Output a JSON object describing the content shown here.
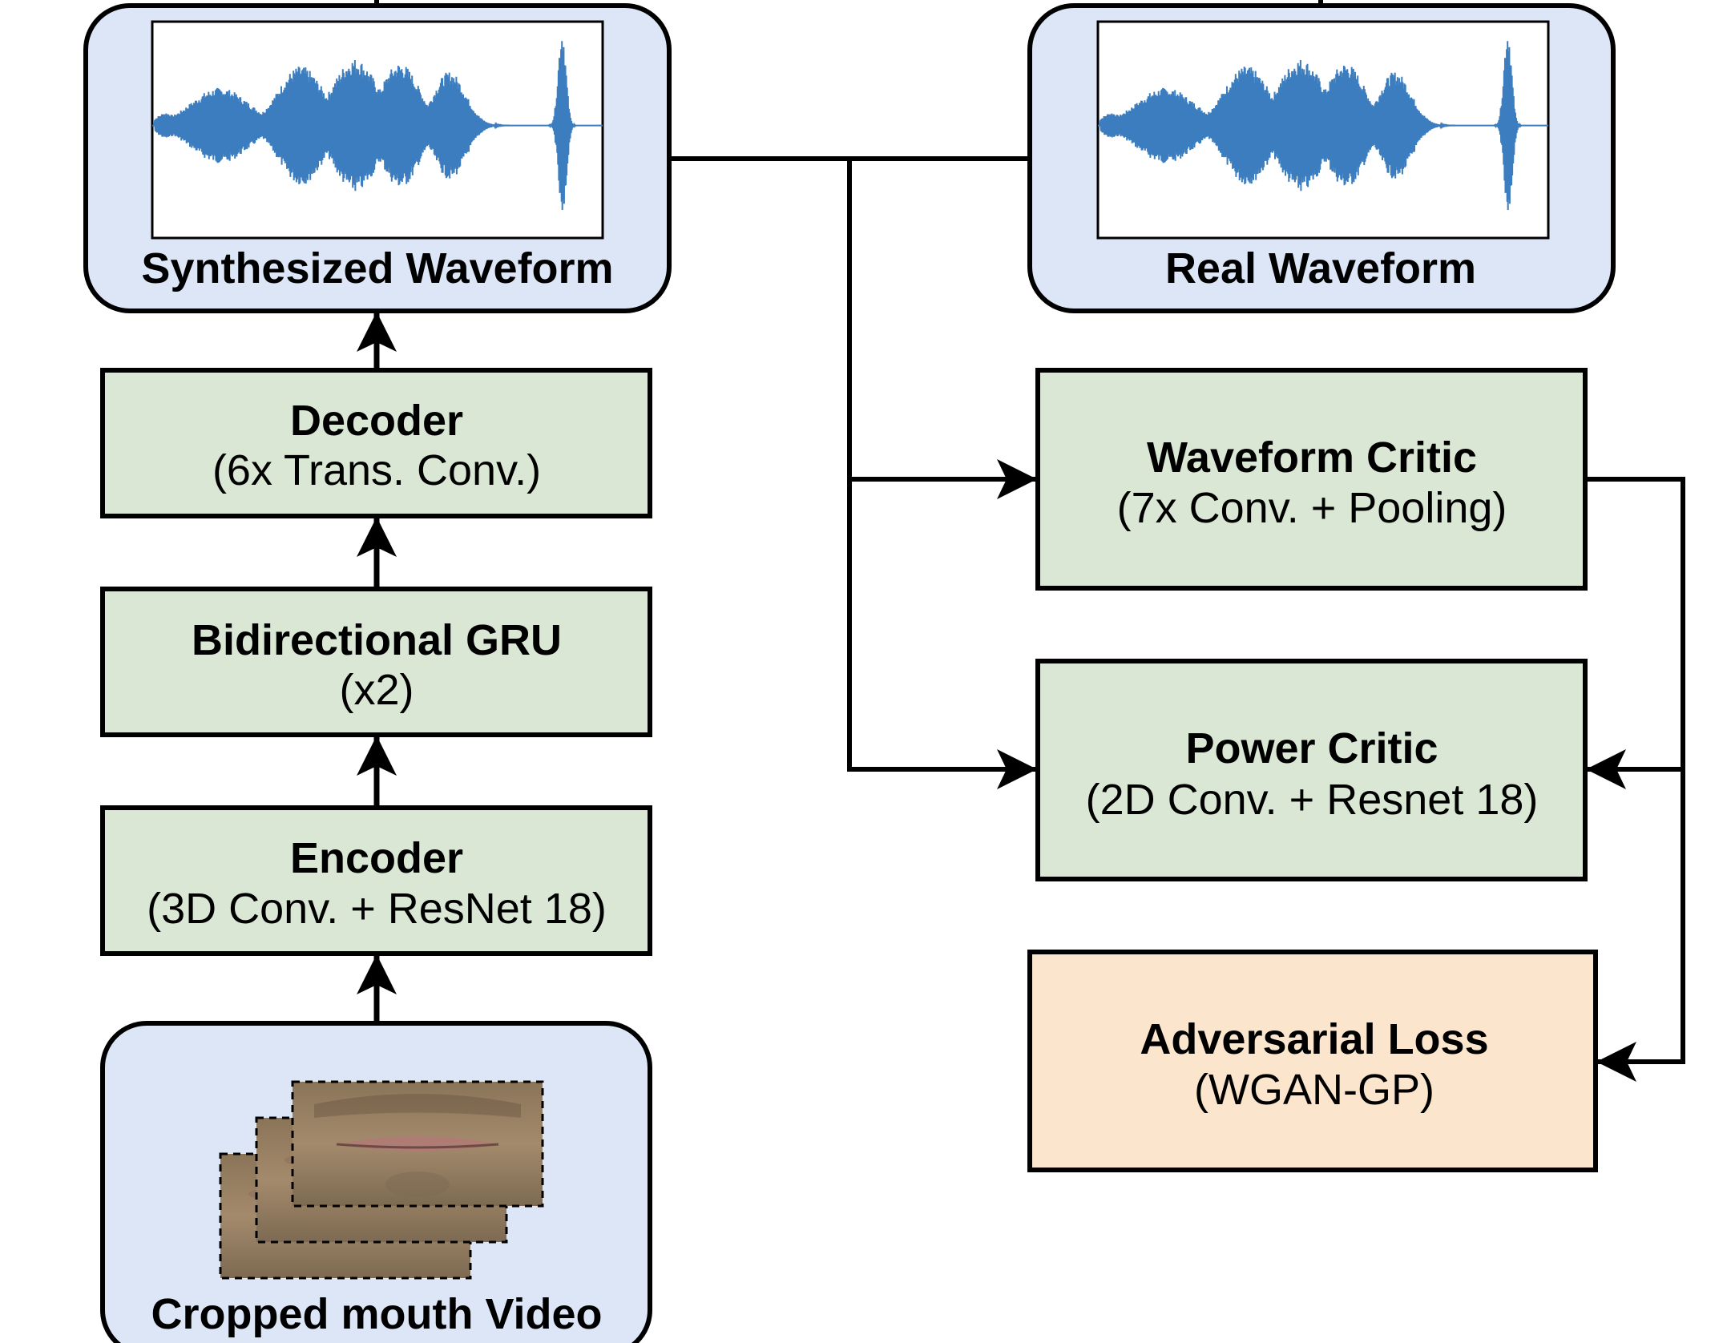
{
  "colors": {
    "module_fill": "#d9e7d4",
    "io_fill": "#dce6f7",
    "loss_fill": "#fbe5cd",
    "waveform_color": "#3b7dbf",
    "stroke": "#000000"
  },
  "io": {
    "synth": {
      "label": "Synthesized Waveform"
    },
    "real": {
      "label": "Real Waveform"
    },
    "video": {
      "label": "Cropped mouth Video"
    }
  },
  "modules": {
    "decoder": {
      "title": "Decoder",
      "subtitle": "(6x Trans. Conv.)"
    },
    "gru": {
      "title": "Bidirectional GRU",
      "subtitle": "(x2)"
    },
    "encoder": {
      "title": "Encoder",
      "subtitle": "(3D Conv. + ResNet 18)"
    },
    "waveform_critic": {
      "title": "Waveform Critic",
      "subtitle": "(7x Conv. + Pooling)"
    },
    "power_critic": {
      "title": "Power Critic",
      "subtitle": "(2D Conv. + Resnet 18)"
    },
    "adversarial_loss": {
      "title": "Adversarial Loss",
      "subtitle": "(WGAN-GP)"
    }
  }
}
